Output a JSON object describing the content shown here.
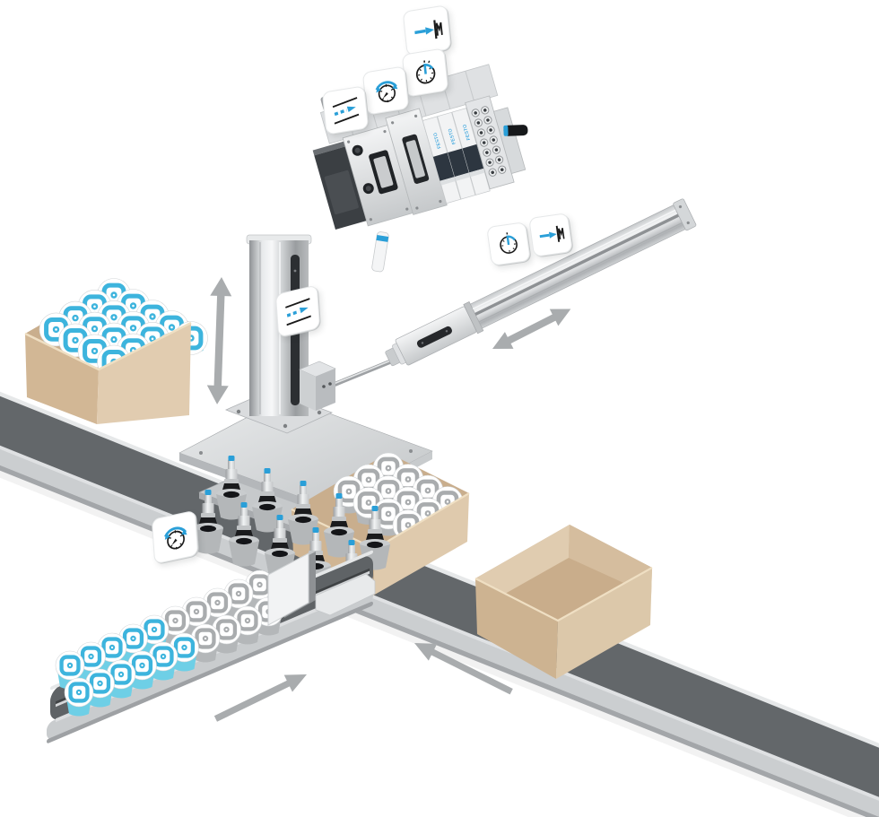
{
  "scene": {
    "description": "Isometric illustration of a pneumatic pick-and-place packaging line with valve terminal, lifting axis, horizontal axis, vacuum gripper and conveyors",
    "background": "#ffffff"
  },
  "brand": {
    "label": "FESTO",
    "label_color": "#0a90d8"
  },
  "colors": {
    "accent_blue": "#2a9fd8",
    "icon_line": "#1a1a1a",
    "belt": "#63676a",
    "belt_frame": "#cbced0",
    "belt_edge_light": "#e6e8e9",
    "cardboard_front_left": "#d2b795",
    "cardboard_front_right": "#e1ccb0",
    "cardboard_inner": "#c9ae8d",
    "cardboard_rim": "#efdfc3",
    "product_blue_body": "#6ecfe6",
    "product_blue_ring": "#3db4dd",
    "product_gray_body": "#b4b7b9",
    "product_gray_ring": "#a9acae",
    "metal_light": "#f1f3f4",
    "metal_mid": "#c6c9cb",
    "metal_dark": "#9a9da0",
    "valve_navy": "#2d3640",
    "module_dark": "#3b3f43",
    "arrow_gray": "#a9acae",
    "bellows_black": "#1a1b1d"
  },
  "badges": [
    {
      "id": "cushion-valve-terminal",
      "icon": "end-position-cushion-icon"
    },
    {
      "id": "timer-valve-terminal",
      "icon": "timer-icon"
    },
    {
      "id": "regulator-valve-terminal",
      "icon": "pressure-regulator-icon"
    },
    {
      "id": "flow-valve-terminal",
      "icon": "flow-control-icon"
    },
    {
      "id": "timer-horizontal-axis",
      "icon": "timer-icon"
    },
    {
      "id": "cushion-horizontal-axis",
      "icon": "end-position-cushion-icon"
    },
    {
      "id": "flow-lifting-axis",
      "icon": "flow-control-icon"
    },
    {
      "id": "regulator-vacuum-gripper",
      "icon": "pressure-regulator-icon"
    }
  ],
  "products": {
    "supply_box_blue": {
      "rows": 4,
      "cols": 5
    },
    "output_box_gray": {
      "rows": 3,
      "cols": 4
    },
    "gripper_held_gray": {
      "rows": 2,
      "cols": 5
    },
    "feeder_front_row": {
      "blue": 6,
      "gray": 4
    },
    "feeder_back_row": {
      "blue": 5,
      "gray": 5
    }
  },
  "valve_terminal": {
    "slices": 3,
    "fitting_cols": 2,
    "fitting_rows": 7
  }
}
